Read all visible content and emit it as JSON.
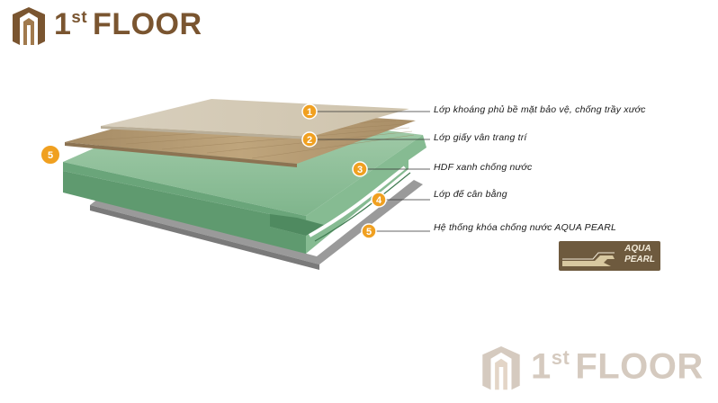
{
  "brand": {
    "name_superscript": "st",
    "name_prefix": "1",
    "name_suffix": "FLOOR",
    "color": "#7a5530"
  },
  "layers": [
    {
      "number": "1",
      "label": "Lớp khoáng phủ bề mặt bảo vệ, chống trầy xước"
    },
    {
      "number": "2",
      "label": "Lớp giấy vân trang trí"
    },
    {
      "number": "3",
      "label": "HDF xanh chống nước"
    },
    {
      "number": "4",
      "label": "Lớp đế cân bằng"
    },
    {
      "number": "5",
      "label": "Hệ thống khóa chống nước AQUA PEARL"
    }
  ],
  "side_badge": "5",
  "aqua_pearl": {
    "line1": "AQUA",
    "line2": "PEARL"
  },
  "colors": {
    "badge": "#f0a020",
    "hdf_green": "#7fb58c",
    "wood": "#b59a72",
    "overlay": "#d4cbb7",
    "backing": "#8e8e8e"
  }
}
